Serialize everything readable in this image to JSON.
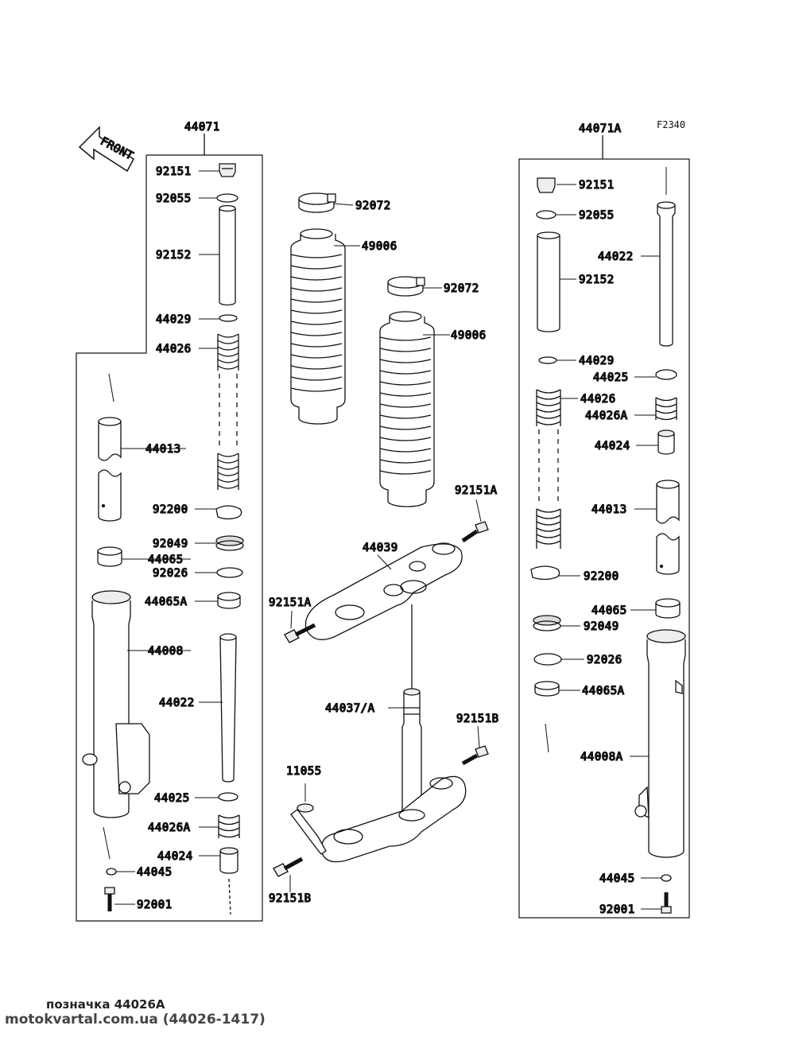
{
  "figure_code": "F2340",
  "front_label": "FRONT",
  "assemblies": {
    "left": "44071",
    "right": "44071A"
  },
  "labels": {
    "l_92151": "92151",
    "l_92055": "92055",
    "l_92152": "92152",
    "l_44029": "44029",
    "l_44026": "44026",
    "l_44013": "44013",
    "l_92200": "92200",
    "l_92049": "92049",
    "l_44065": "44065",
    "l_92026": "92026",
    "l_44065A": "44065A",
    "l_44008": "44008",
    "l_44022": "44022",
    "l_44025": "44025",
    "l_44026A": "44026A",
    "l_44024": "44024",
    "l_44045": "44045",
    "l_92001": "92001",
    "c_92072a": "92072",
    "c_49006a": "49006",
    "c_92072b": "92072",
    "c_49006b": "49006",
    "c_92151A_r": "92151A",
    "c_44039": "44039",
    "c_92151A_l": "92151A",
    "c_44037": "44037/A",
    "c_92151B_r": "92151B",
    "c_11055": "11055",
    "c_92151B_l": "92151B",
    "r_92151": "92151",
    "r_92055": "92055",
    "r_44022": "44022",
    "r_92152": "92152",
    "r_44029": "44029",
    "r_44025": "44025",
    "r_44026": "44026",
    "r_44026A": "44026A",
    "r_44024": "44024",
    "r_44013": "44013",
    "r_92200": "92200",
    "r_44065": "44065",
    "r_92049": "92049",
    "r_92026": "92026",
    "r_44065A": "44065A",
    "r_44008A": "44008A",
    "r_44045": "44045",
    "r_92001": "92001"
  },
  "caption_line1": "позначка 44026A",
  "caption_line2": "motokvartal.com.ua (44026-1417)"
}
